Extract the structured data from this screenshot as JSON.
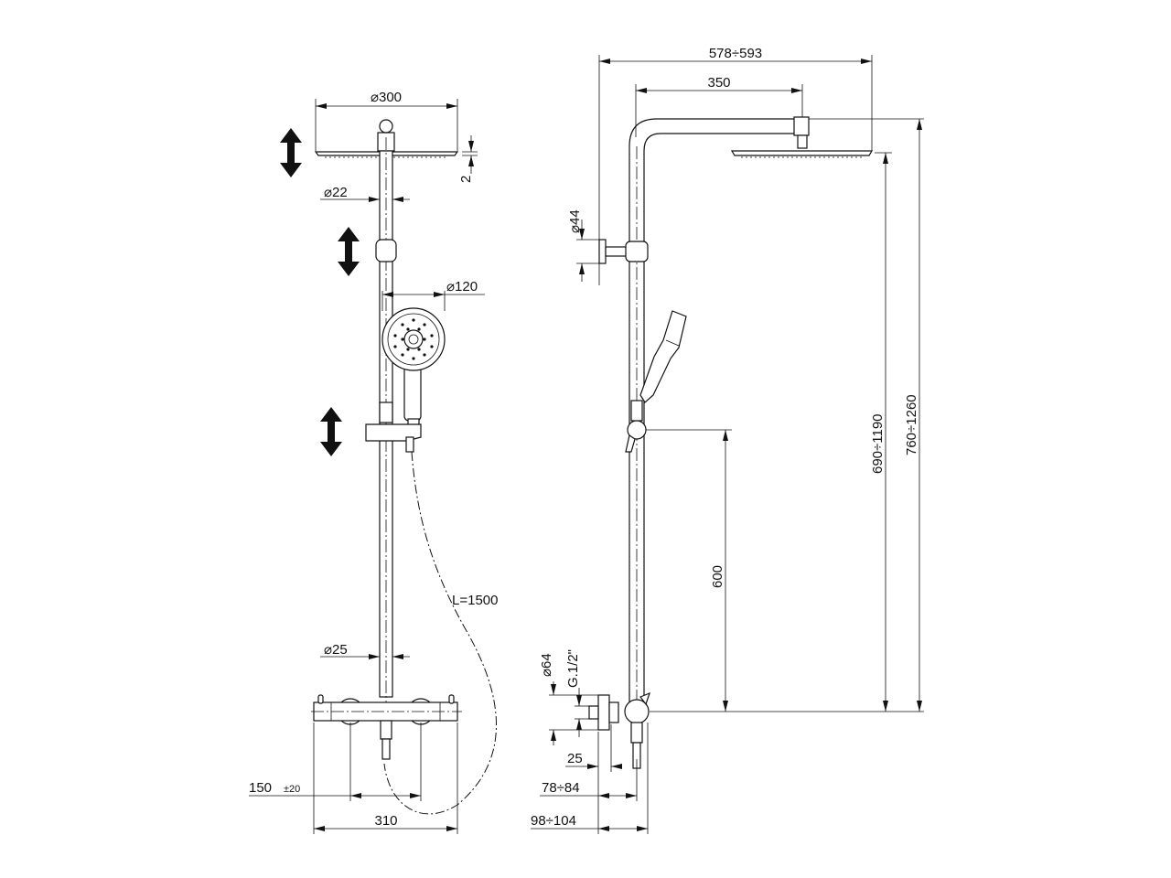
{
  "drawing": {
    "front_view": {
      "head_diameter": "⌀300",
      "head_thickness": "2",
      "arm_diameter": "⌀22",
      "handshower_diameter": "⌀120",
      "hose_length": "L=1500",
      "bar_diameter": "⌀25",
      "inlet_spacing": "150",
      "inlet_tolerance": "±20",
      "mixer_width": "310"
    },
    "side_view": {
      "total_reach": "578÷593",
      "arm_length": "350",
      "bracket_diameter": "⌀44",
      "head_height": "690÷1190",
      "total_height": "760÷1260",
      "slider_height": "600",
      "flange_diameter": "⌀64",
      "thread": "G.1/2\"",
      "flange_depth": "25",
      "wall_to_bar": "78÷84",
      "wall_to_front": "98÷104"
    }
  }
}
